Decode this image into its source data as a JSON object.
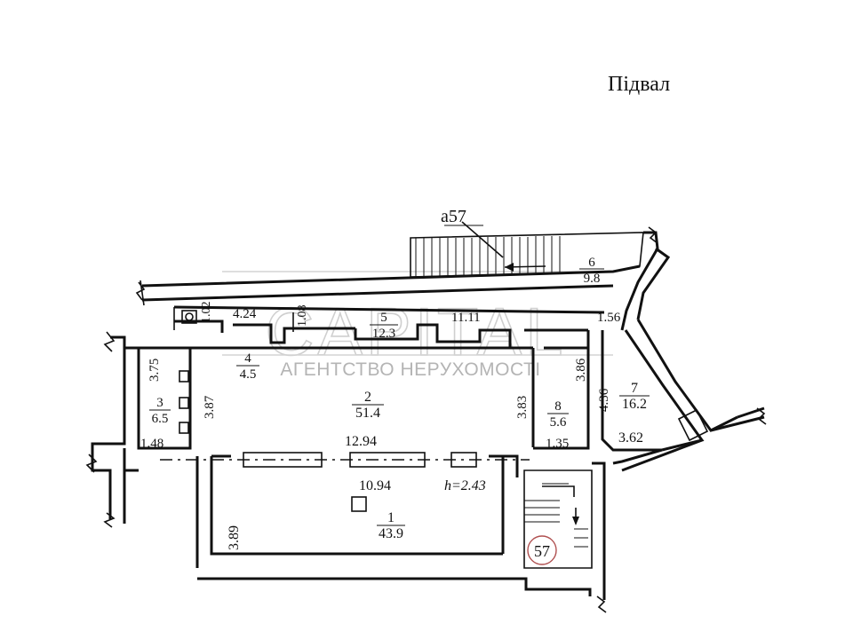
{
  "title": "Підвал",
  "callout": "a57",
  "watermark": {
    "brand": "CAPITAL",
    "subtitle": "АГЕНТСТВО НЕРУХОМОСТІ"
  },
  "height_label": "h=2.43",
  "rooms": [
    {
      "id": "r1",
      "number": "1",
      "area": "43.9"
    },
    {
      "id": "r2",
      "number": "2",
      "area": "51.4"
    },
    {
      "id": "r3",
      "number": "3",
      "area": "6.5"
    },
    {
      "id": "r4",
      "number": "4",
      "area": "4.5"
    },
    {
      "id": "r5",
      "number": "5",
      "area": "12.3"
    },
    {
      "id": "r6",
      "number": "6",
      "area": "9.8"
    },
    {
      "id": "r7",
      "number": "7",
      "area": "16.2"
    },
    {
      "id": "r8",
      "number": "8",
      "area": "5.6"
    }
  ],
  "dimensions": {
    "d_11_11": "11.11",
    "d_4_24": "4.24",
    "d_1_02": "1.02",
    "d_1_08": "1.08",
    "d_1_56": "1.56",
    "d_3_75": "3.75",
    "d_3_87": "3.87",
    "d_1_48": "1.48",
    "d_12_94": "12.94",
    "d_3_83": "3.83",
    "d_3_86": "3.86",
    "d_1_35": "1.35",
    "d_4_36": "4.36",
    "d_3_62": "3.62",
    "d_10_94": "10.94",
    "d_3_89": "3.89"
  },
  "stair_marker": "57"
}
